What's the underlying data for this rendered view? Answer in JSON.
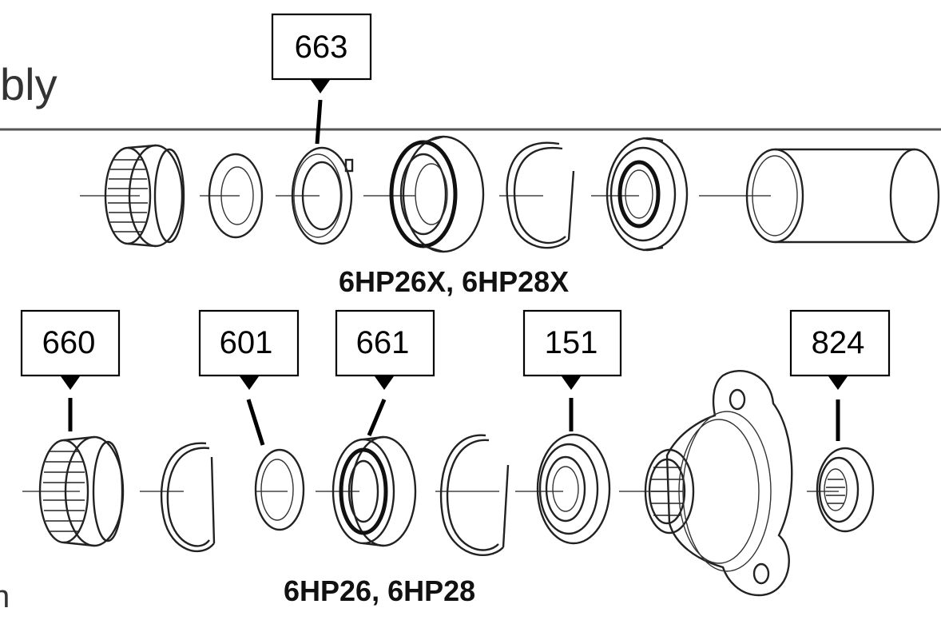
{
  "title_fragment": "bly",
  "corner_fragment": "n",
  "variants": {
    "top": {
      "label": "6HP26X, 6HP28X"
    },
    "bottom": {
      "label": "6HP26, 6HP28"
    }
  },
  "callouts": [
    {
      "id": "663",
      "text": "663"
    },
    {
      "id": "660",
      "text": "660"
    },
    {
      "id": "601",
      "text": "601"
    },
    {
      "id": "661",
      "text": "661"
    },
    {
      "id": "151",
      "text": "151"
    },
    {
      "id": "824",
      "text": "824"
    }
  ],
  "parts_top": [
    "needle-bearing",
    "thrust-washer",
    "seal-ring",
    "ball-bearing",
    "snap-ring",
    "shaft-seal",
    "sleeve"
  ],
  "parts_bottom": [
    "needle-bearing",
    "snap-ring",
    "thrust-washer",
    "ball-bearing",
    "snap-ring",
    "shaft-seal",
    "output-flange",
    "slotted-nut"
  ]
}
